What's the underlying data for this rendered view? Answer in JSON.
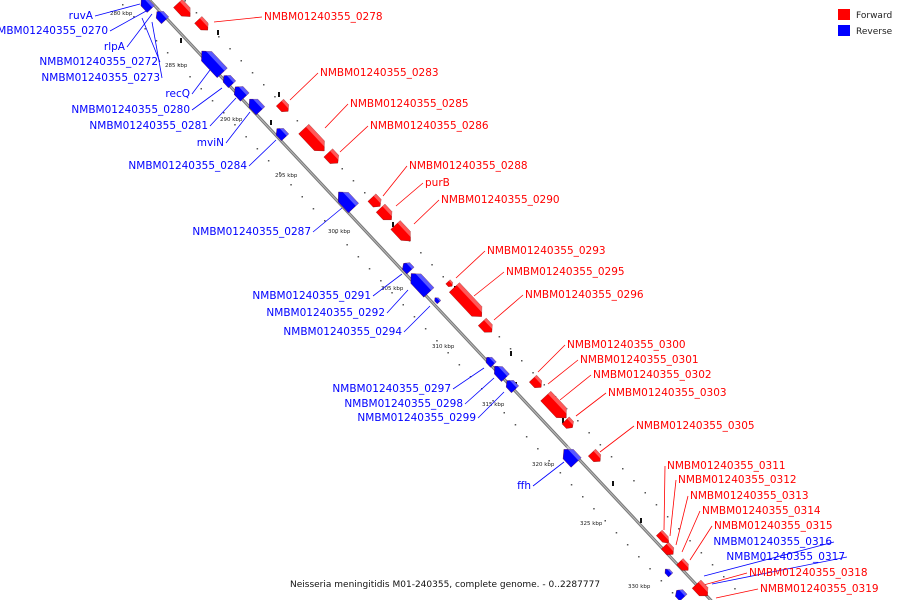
{
  "legend": {
    "forward": {
      "label": "Forward",
      "color": "#ff0000"
    },
    "reverse": {
      "label": "Reverse",
      "color": "#0000ff"
    }
  },
  "caption": "Neisseria meningitidis M01-240355, complete genome. - 0..2287777",
  "ticks": [
    "280 kbp",
    "285 kbp",
    "290 kbp",
    "295 kbp",
    "300 kbp",
    "305 kbp",
    "310 kbp",
    "315 kbp",
    "320 kbp",
    "325 kbp",
    "330 kbp"
  ],
  "forward_genes": [
    "NMBM01240355_0278",
    "NMBM01240355_0283",
    "NMBM01240355_0285",
    "NMBM01240355_0286",
    "NMBM01240355_0288",
    "purB",
    "NMBM01240355_0290",
    "NMBM01240355_0293",
    "NMBM01240355_0295",
    "NMBM01240355_0296",
    "NMBM01240355_0300",
    "NMBM01240355_0301",
    "NMBM01240355_0302",
    "NMBM01240355_0303",
    "NMBM01240355_0305",
    "NMBM01240355_0311",
    "NMBM01240355_0312",
    "NMBM01240355_0313",
    "NMBM01240355_0314",
    "NMBM01240355_0315",
    "NMBM01240355_0318",
    "NMBM01240355_0319"
  ],
  "reverse_genes": [
    "ruvA",
    "NMBM01240355_0270",
    "rlpA",
    "NMBM01240355_0272",
    "NMBM01240355_0273",
    "recQ",
    "NMBM01240355_0280",
    "NMBM01240355_0281",
    "mviN",
    "NMBM01240355_0284",
    "NMBM01240355_0287",
    "NMBM01240355_0291",
    "NMBM01240355_0292",
    "NMBM01240355_0294",
    "NMBM01240355_0297",
    "NMBM01240355_0298",
    "NMBM01240355_0299",
    "ffh",
    "NMBM01240355_0316",
    "NMBM01240355_0317"
  ]
}
